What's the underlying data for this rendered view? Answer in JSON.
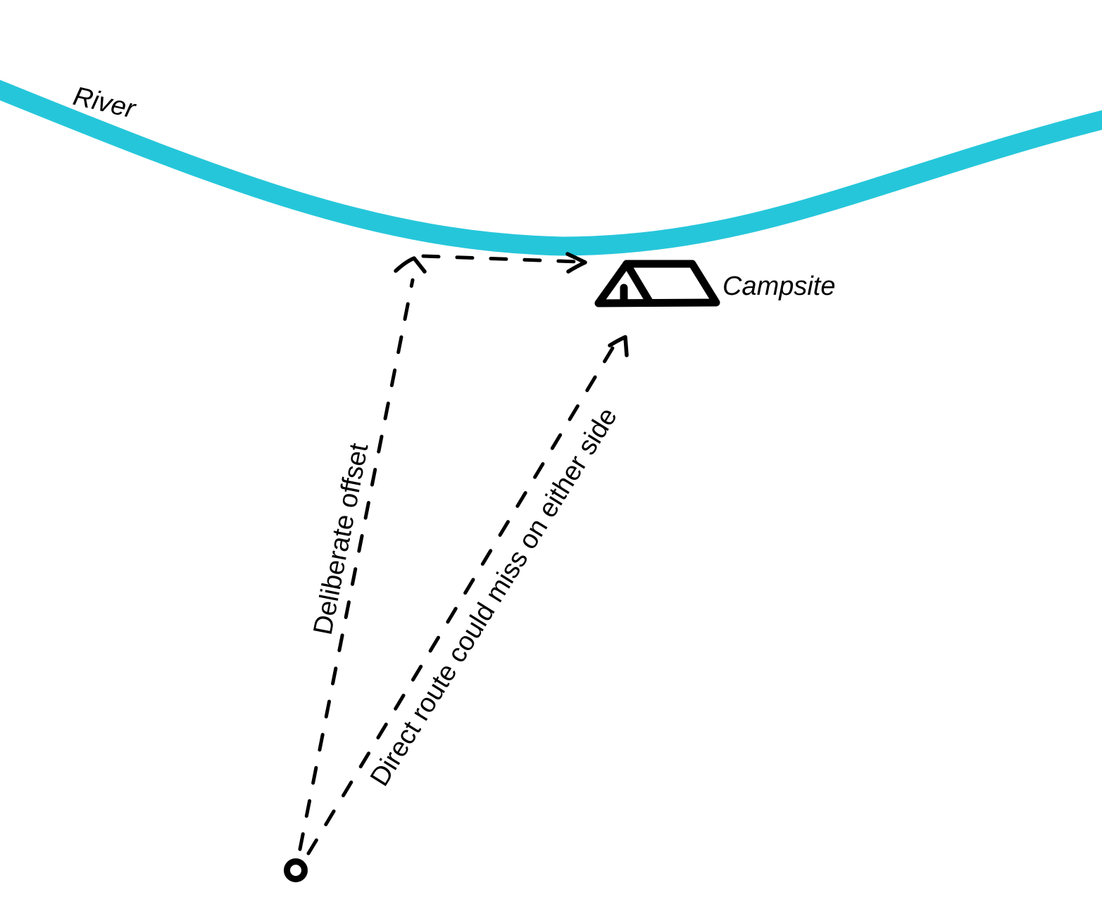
{
  "river": {
    "label": "River",
    "color": "#26c6da"
  },
  "campsite": {
    "label": "Campsite",
    "icon": "tent-icon"
  },
  "start_point": {
    "icon": "circle-marker"
  },
  "routes": {
    "offset": {
      "label": "Deliberate offset",
      "style": "dashed-arrow"
    },
    "along_river": {
      "style": "dashed-arrow"
    },
    "direct": {
      "label": "Direct route could miss on either side",
      "style": "dashed-arrow"
    }
  },
  "colors": {
    "ink": "#000000",
    "background": "#ffffff"
  }
}
